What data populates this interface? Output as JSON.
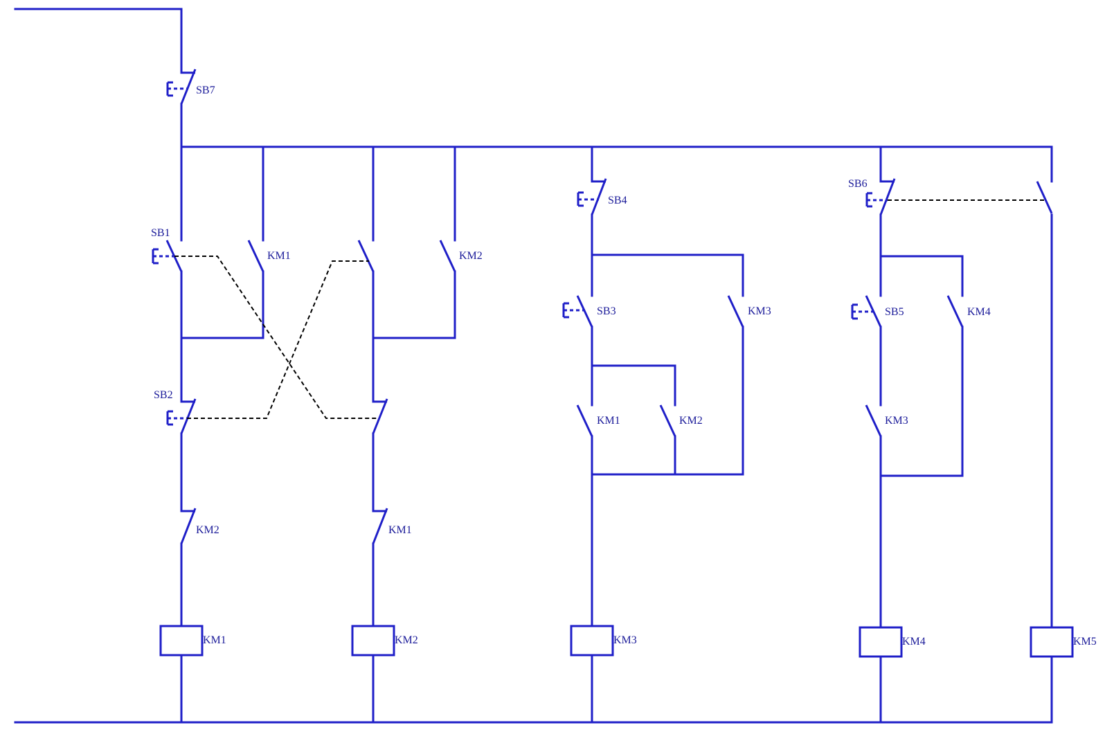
{
  "colors": {
    "wire": "#1f1fc8",
    "dashed": "#000000",
    "text": "#1a1a99",
    "background": "#ffffff"
  },
  "labels": {
    "sb7": "SB7",
    "sb1": "SB1",
    "sb2": "SB2",
    "sb3": "SB3",
    "sb4": "SB4",
    "sb5": "SB5",
    "sb6": "SB6",
    "km1_no_branch1": "KM1",
    "km2_no_branch2": "KM2",
    "km2_nc_branch1": "KM2",
    "km1_nc_branch2": "KM1",
    "km3_no_branch3": "KM3",
    "km1_no_branch3": "KM1",
    "km2_no_branch3": "KM2",
    "km4_no_branch4": "KM4",
    "km3_no_branch4": "KM3",
    "coil_km1": "KM1",
    "coil_km2": "KM2",
    "coil_km3": "KM3",
    "coil_km4": "KM4",
    "coil_km5": "KM5"
  }
}
